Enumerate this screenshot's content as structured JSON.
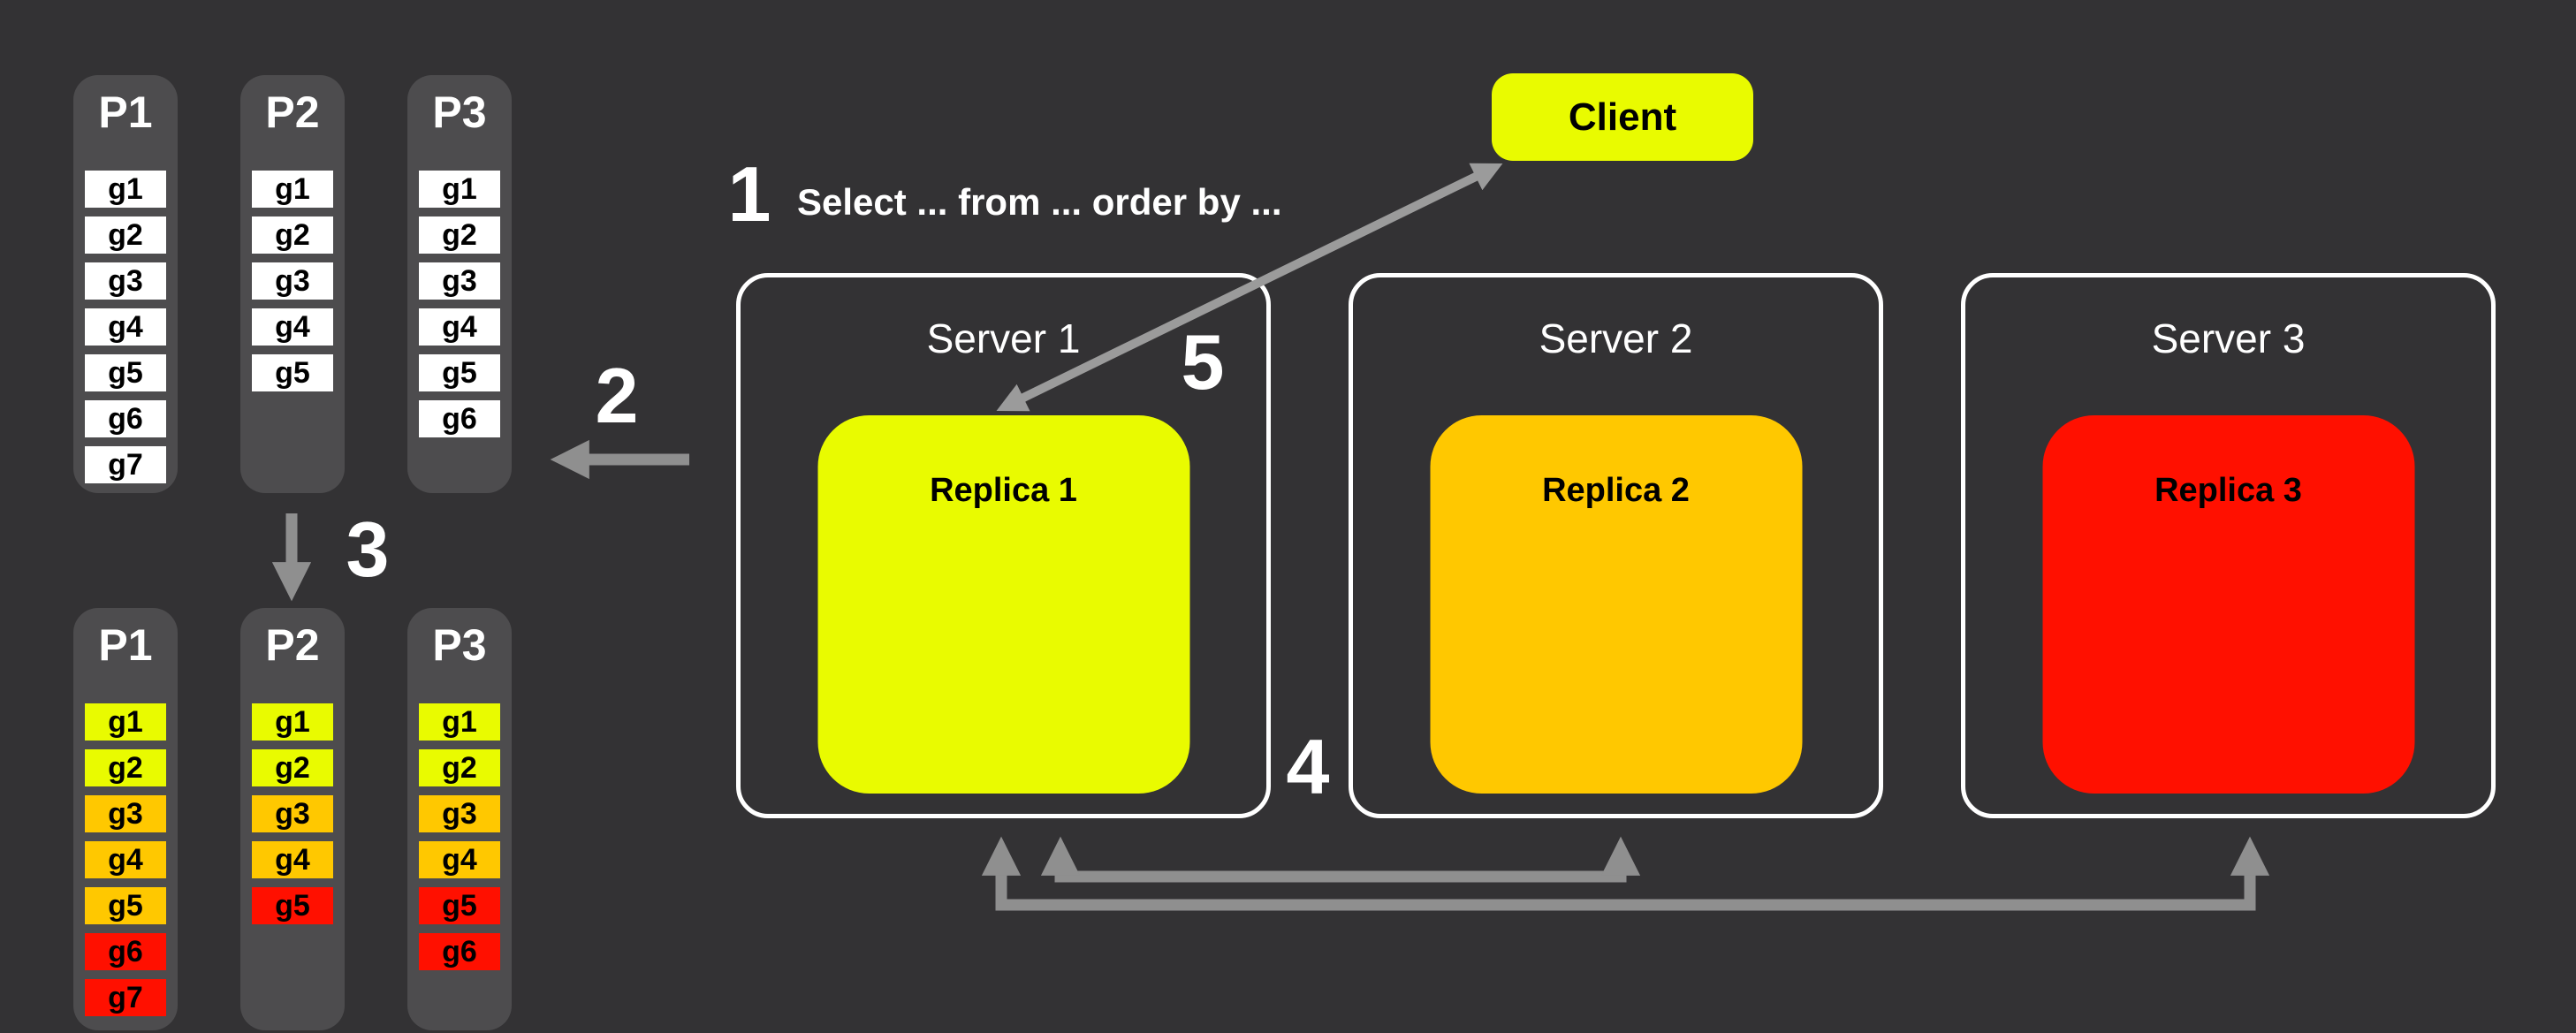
{
  "colors": {
    "background": "#333234",
    "panel": "#4d4c4e",
    "white": "#ffffff",
    "yellow": "#e9fb00",
    "orange": "#ffc800",
    "red": "#ff1000",
    "arrow": "#8f8f8f",
    "query_arrow": "#9b9b9b"
  },
  "steps": {
    "step1": "1",
    "step2": "2",
    "step3": "3",
    "step4": "4",
    "step5": "5"
  },
  "query_text": "Select ... from ... order by ...",
  "client": {
    "label": "Client"
  },
  "partitions_unsorted": {
    "columns": [
      {
        "label": "P1",
        "cells": [
          {
            "label": "g1",
            "color": "white"
          },
          {
            "label": "g2",
            "color": "white"
          },
          {
            "label": "g3",
            "color": "white"
          },
          {
            "label": "g4",
            "color": "white"
          },
          {
            "label": "g5",
            "color": "white"
          },
          {
            "label": "g6",
            "color": "white"
          },
          {
            "label": "g7",
            "color": "white"
          }
        ]
      },
      {
        "label": "P2",
        "cells": [
          {
            "label": "g1",
            "color": "white"
          },
          {
            "label": "g2",
            "color": "white"
          },
          {
            "label": "g3",
            "color": "white"
          },
          {
            "label": "g4",
            "color": "white"
          },
          {
            "label": "g5",
            "color": "white"
          }
        ]
      },
      {
        "label": "P3",
        "cells": [
          {
            "label": "g1",
            "color": "white"
          },
          {
            "label": "g2",
            "color": "white"
          },
          {
            "label": "g3",
            "color": "white"
          },
          {
            "label": "g4",
            "color": "white"
          },
          {
            "label": "g5",
            "color": "white"
          },
          {
            "label": "g6",
            "color": "white"
          }
        ]
      }
    ]
  },
  "partitions_sorted": {
    "columns": [
      {
        "label": "P1",
        "cells": [
          {
            "label": "g1",
            "color": "yellow"
          },
          {
            "label": "g2",
            "color": "yellow"
          },
          {
            "label": "g3",
            "color": "orange"
          },
          {
            "label": "g4",
            "color": "orange"
          },
          {
            "label": "g5",
            "color": "orange"
          },
          {
            "label": "g6",
            "color": "red"
          },
          {
            "label": "g7",
            "color": "red"
          }
        ]
      },
      {
        "label": "P2",
        "cells": [
          {
            "label": "g1",
            "color": "yellow"
          },
          {
            "label": "g2",
            "color": "yellow"
          },
          {
            "label": "g3",
            "color": "orange"
          },
          {
            "label": "g4",
            "color": "orange"
          },
          {
            "label": "g5",
            "color": "red"
          }
        ]
      },
      {
        "label": "P3",
        "cells": [
          {
            "label": "g1",
            "color": "yellow"
          },
          {
            "label": "g2",
            "color": "yellow"
          },
          {
            "label": "g3",
            "color": "orange"
          },
          {
            "label": "g4",
            "color": "orange"
          },
          {
            "label": "g5",
            "color": "red"
          },
          {
            "label": "g6",
            "color": "red"
          }
        ]
      }
    ]
  },
  "servers": [
    {
      "label": "Server 1",
      "replica": {
        "label": "Replica 1",
        "color": "yellow"
      }
    },
    {
      "label": "Server 2",
      "replica": {
        "label": "Replica 2",
        "color": "orange"
      }
    },
    {
      "label": "Server 3",
      "replica": {
        "label": "Replica 3",
        "color": "red"
      }
    }
  ]
}
